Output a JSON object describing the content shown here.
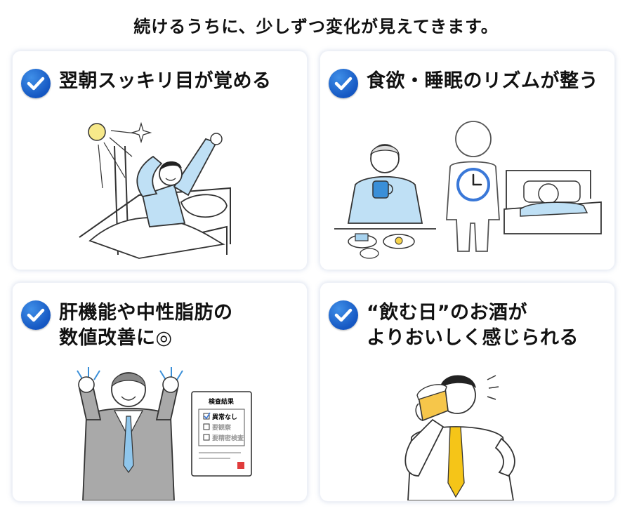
{
  "headline": "続けるうちに、少しずつ変化が見えてきます。",
  "cards": [
    {
      "title_lines": [
        "翌朝スッキリ目が覚める"
      ]
    },
    {
      "title_lines": [
        "食欲・睡眠のリズムが整う"
      ]
    },
    {
      "title_lines": [
        "肝機能や中性脂肪の",
        "数値改善に◎"
      ]
    },
    {
      "title_lines": [
        "“飲む日”のお酒が",
        "よりおいしく感じられる"
      ]
    }
  ],
  "report": {
    "title": "検査結果",
    "items": [
      "異常なし",
      "要観察",
      "要精密検査"
    ]
  },
  "colors": {
    "check": "#1a64d0",
    "shirt_blue": "#bfe0f5",
    "clock_blue": "#3a78d8",
    "suit_gray": "#a9a9a9",
    "tie_blue": "#8fc6ec",
    "tie_yellow": "#f5c518",
    "beer": "#f6c64a",
    "report_red": "#e03c3c"
  }
}
